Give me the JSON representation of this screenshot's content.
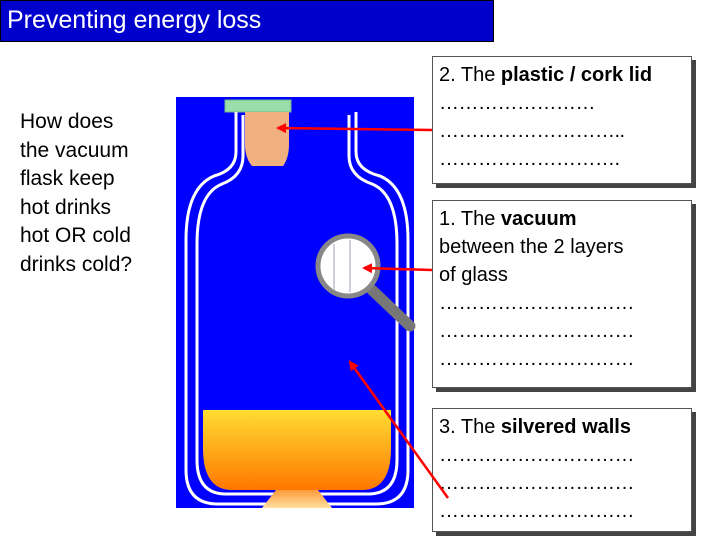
{
  "title": "Preventing energy loss",
  "question": [
    "How does",
    "the vacuum",
    "flask keep",
    "hot drinks",
    "hot OR cold",
    "drinks cold?"
  ],
  "boxes": {
    "lid": {
      "prefix": "2.  The ",
      "bold": "plastic / cork lid",
      "lines": [
        "……………………",
        "………………………..",
        "………………………."
      ]
    },
    "vacuum": {
      "prefix": "1.  The ",
      "bold": "vacuum",
      "rest": [
        "between the 2 layers",
        "of glass"
      ],
      "lines": [
        "…………………………",
        "…………………………",
        "…………………………"
      ]
    },
    "walls": {
      "prefix": "3.  The ",
      "bold": "silvered walls",
      "lines": [
        "…………………………",
        "…………………………",
        "…………………………"
      ]
    }
  },
  "colors": {
    "title_bg": "#0000cc",
    "flask_blue": "#0000ff",
    "lid_green": "#99ddaa",
    "cork": "#f0b080",
    "liquid_top": "#ffdd33",
    "liquid_bottom": "#ff7700",
    "arrow": "#ff0000"
  }
}
